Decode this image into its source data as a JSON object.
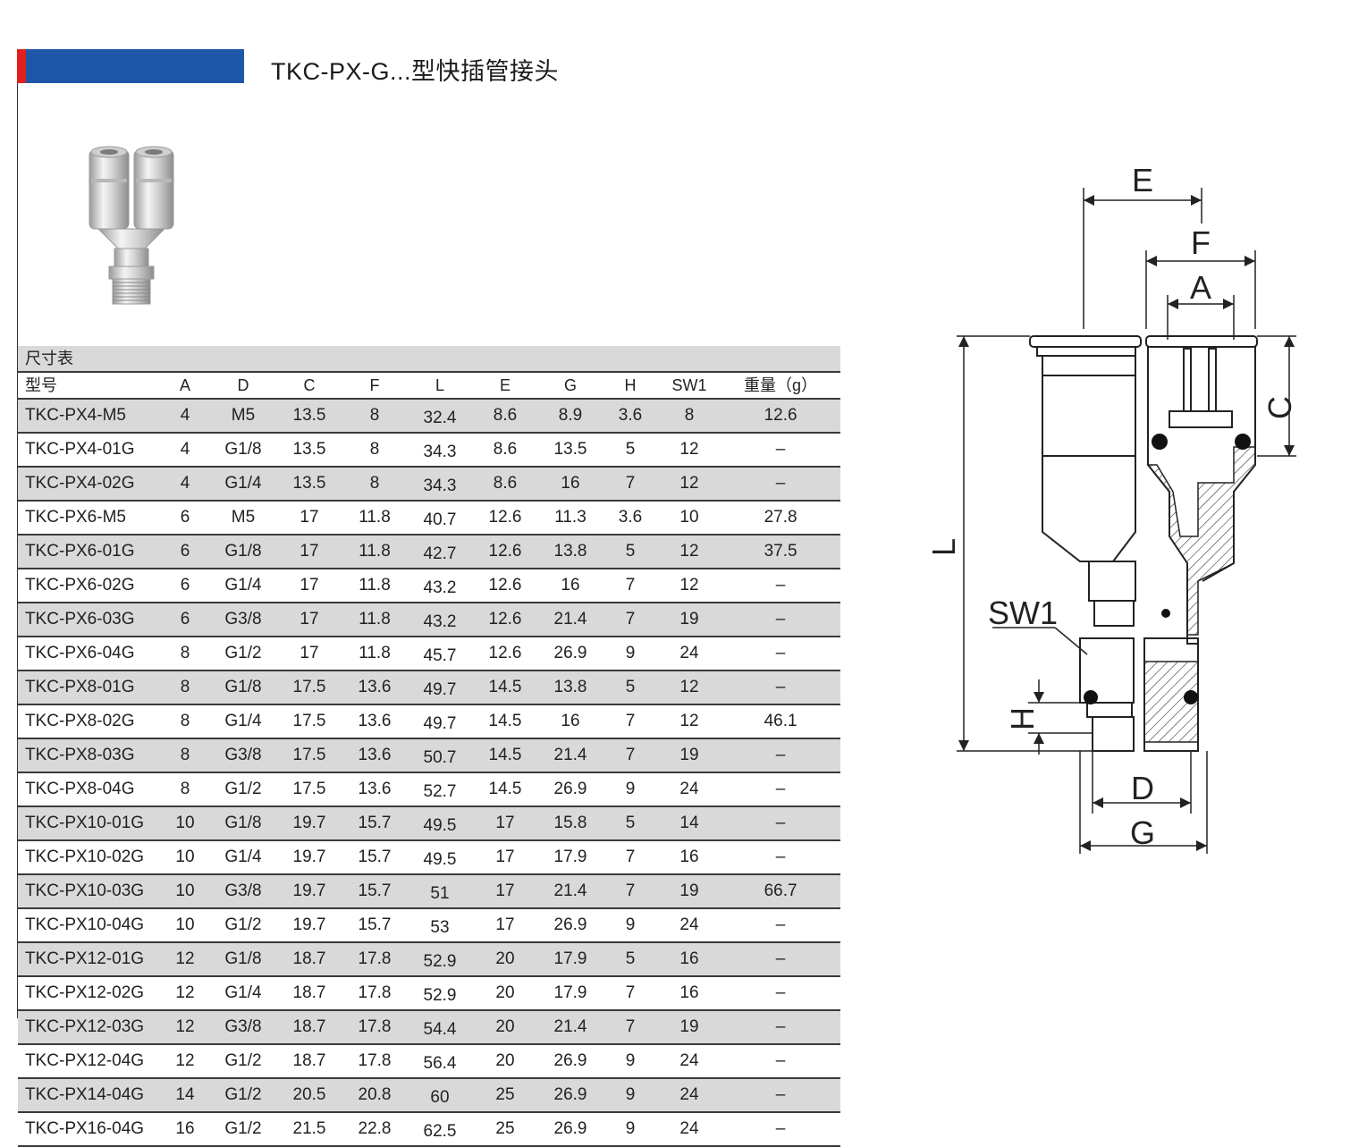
{
  "title": "TKC-PX-G...型快插管接头",
  "table": {
    "caption": "尺寸表",
    "headers": [
      "型号",
      "A",
      "D",
      "C",
      "F",
      "L",
      "E",
      "G",
      "H",
      "SW1",
      "重量（g）"
    ],
    "rows": [
      [
        "TKC-PX4-M5",
        "4",
        "M5",
        "13.5",
        "8",
        "32.4",
        "8.6",
        "8.9",
        "3.6",
        "8",
        "12.6"
      ],
      [
        "TKC-PX4-01G",
        "4",
        "G1/8",
        "13.5",
        "8",
        "34.3",
        "8.6",
        "13.5",
        "5",
        "12",
        "–"
      ],
      [
        "TKC-PX4-02G",
        "4",
        "G1/4",
        "13.5",
        "8",
        "34.3",
        "8.6",
        "16",
        "7",
        "12",
        "–"
      ],
      [
        "TKC-PX6-M5",
        "6",
        "M5",
        "17",
        "11.8",
        "40.7",
        "12.6",
        "11.3",
        "3.6",
        "10",
        "27.8"
      ],
      [
        "TKC-PX6-01G",
        "6",
        "G1/8",
        "17",
        "11.8",
        "42.7",
        "12.6",
        "13.8",
        "5",
        "12",
        "37.5"
      ],
      [
        "TKC-PX6-02G",
        "6",
        "G1/4",
        "17",
        "11.8",
        "43.2",
        "12.6",
        "16",
        "7",
        "12",
        "–"
      ],
      [
        "TKC-PX6-03G",
        "6",
        "G3/8",
        "17",
        "11.8",
        "43.2",
        "12.6",
        "21.4",
        "7",
        "19",
        "–"
      ],
      [
        "TKC-PX6-04G",
        "8",
        "G1/2",
        "17",
        "11.8",
        "45.7",
        "12.6",
        "26.9",
        "9",
        "24",
        "–"
      ],
      [
        "TKC-PX8-01G",
        "8",
        "G1/8",
        "17.5",
        "13.6",
        "49.7",
        "14.5",
        "13.8",
        "5",
        "12",
        "–"
      ],
      [
        "TKC-PX8-02G",
        "8",
        "G1/4",
        "17.5",
        "13.6",
        "49.7",
        "14.5",
        "16",
        "7",
        "12",
        "46.1"
      ],
      [
        "TKC-PX8-03G",
        "8",
        "G3/8",
        "17.5",
        "13.6",
        "50.7",
        "14.5",
        "21.4",
        "7",
        "19",
        "–"
      ],
      [
        "TKC-PX8-04G",
        "8",
        "G1/2",
        "17.5",
        "13.6",
        "52.7",
        "14.5",
        "26.9",
        "9",
        "24",
        "–"
      ],
      [
        "TKC-PX10-01G",
        "10",
        "G1/8",
        "19.7",
        "15.7",
        "49.5",
        "17",
        "15.8",
        "5",
        "14",
        "–"
      ],
      [
        "TKC-PX10-02G",
        "10",
        "G1/4",
        "19.7",
        "15.7",
        "49.5",
        "17",
        "17.9",
        "7",
        "16",
        "–"
      ],
      [
        "TKC-PX10-03G",
        "10",
        "G3/8",
        "19.7",
        "15.7",
        "51",
        "17",
        "21.4",
        "7",
        "19",
        "66.7"
      ],
      [
        "TKC-PX10-04G",
        "10",
        "G1/2",
        "19.7",
        "15.7",
        "53",
        "17",
        "26.9",
        "9",
        "24",
        "–"
      ],
      [
        "TKC-PX12-01G",
        "12",
        "G1/8",
        "18.7",
        "17.8",
        "52.9",
        "20",
        "17.9",
        "5",
        "16",
        "–"
      ],
      [
        "TKC-PX12-02G",
        "12",
        "G1/4",
        "18.7",
        "17.8",
        "52.9",
        "20",
        "17.9",
        "7",
        "16",
        "–"
      ],
      [
        "TKC-PX12-03G",
        "12",
        "G3/8",
        "18.7",
        "17.8",
        "54.4",
        "20",
        "21.4",
        "7",
        "19",
        "–"
      ],
      [
        "TKC-PX12-04G",
        "12",
        "G1/2",
        "18.7",
        "17.8",
        "56.4",
        "20",
        "26.9",
        "9",
        "24",
        "–"
      ],
      [
        "TKC-PX14-04G",
        "14",
        "G1/2",
        "20.5",
        "20.8",
        "60",
        "25",
        "26.9",
        "9",
        "24",
        "–"
      ],
      [
        "TKC-PX16-04G",
        "16",
        "G1/2",
        "21.5",
        "22.8",
        "62.5",
        "25",
        "26.9",
        "9",
        "24",
        "–"
      ]
    ]
  },
  "drawing_labels": {
    "E": "E",
    "F": "F",
    "A": "A",
    "C": "C",
    "L": "L",
    "SW1": "SW1",
    "H": "H",
    "D": "D",
    "G": "G"
  },
  "colors": {
    "accent_red": "#e02020",
    "accent_blue": "#1f57a8",
    "row_shade": "#d9d9d9",
    "line": "#3a3a3a"
  }
}
